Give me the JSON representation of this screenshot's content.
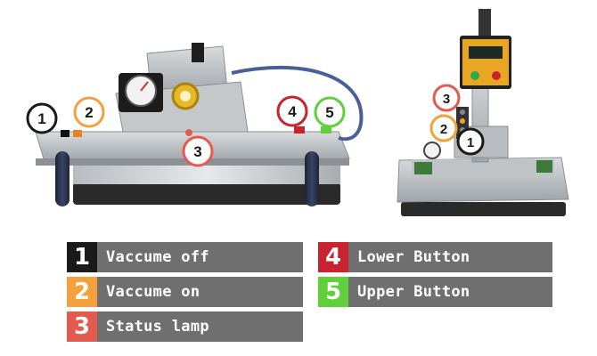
{
  "markers": [
    {
      "number": "1",
      "color": "#1a1a1a"
    },
    {
      "number": "2",
      "color": "#f4a03c"
    },
    {
      "number": "3",
      "color": "#e45a4f"
    },
    {
      "number": "4",
      "color": "#c8232f"
    },
    {
      "number": "5",
      "color": "#5fcf3a"
    }
  ],
  "legend": {
    "item1": {
      "number": "1",
      "label": "Vaccume off",
      "color": "#1a1a1a"
    },
    "item2": {
      "number": "2",
      "label": "Vaccume on",
      "color": "#f4a03c"
    },
    "item3": {
      "number": "3",
      "label": "Status lamp",
      "color": "#e45a4f"
    },
    "item4": {
      "number": "4",
      "label": "Lower Button",
      "color": "#c8232f"
    },
    "item5": {
      "number": "5",
      "label": "Upper Button",
      "color": "#5fcf3a"
    }
  }
}
